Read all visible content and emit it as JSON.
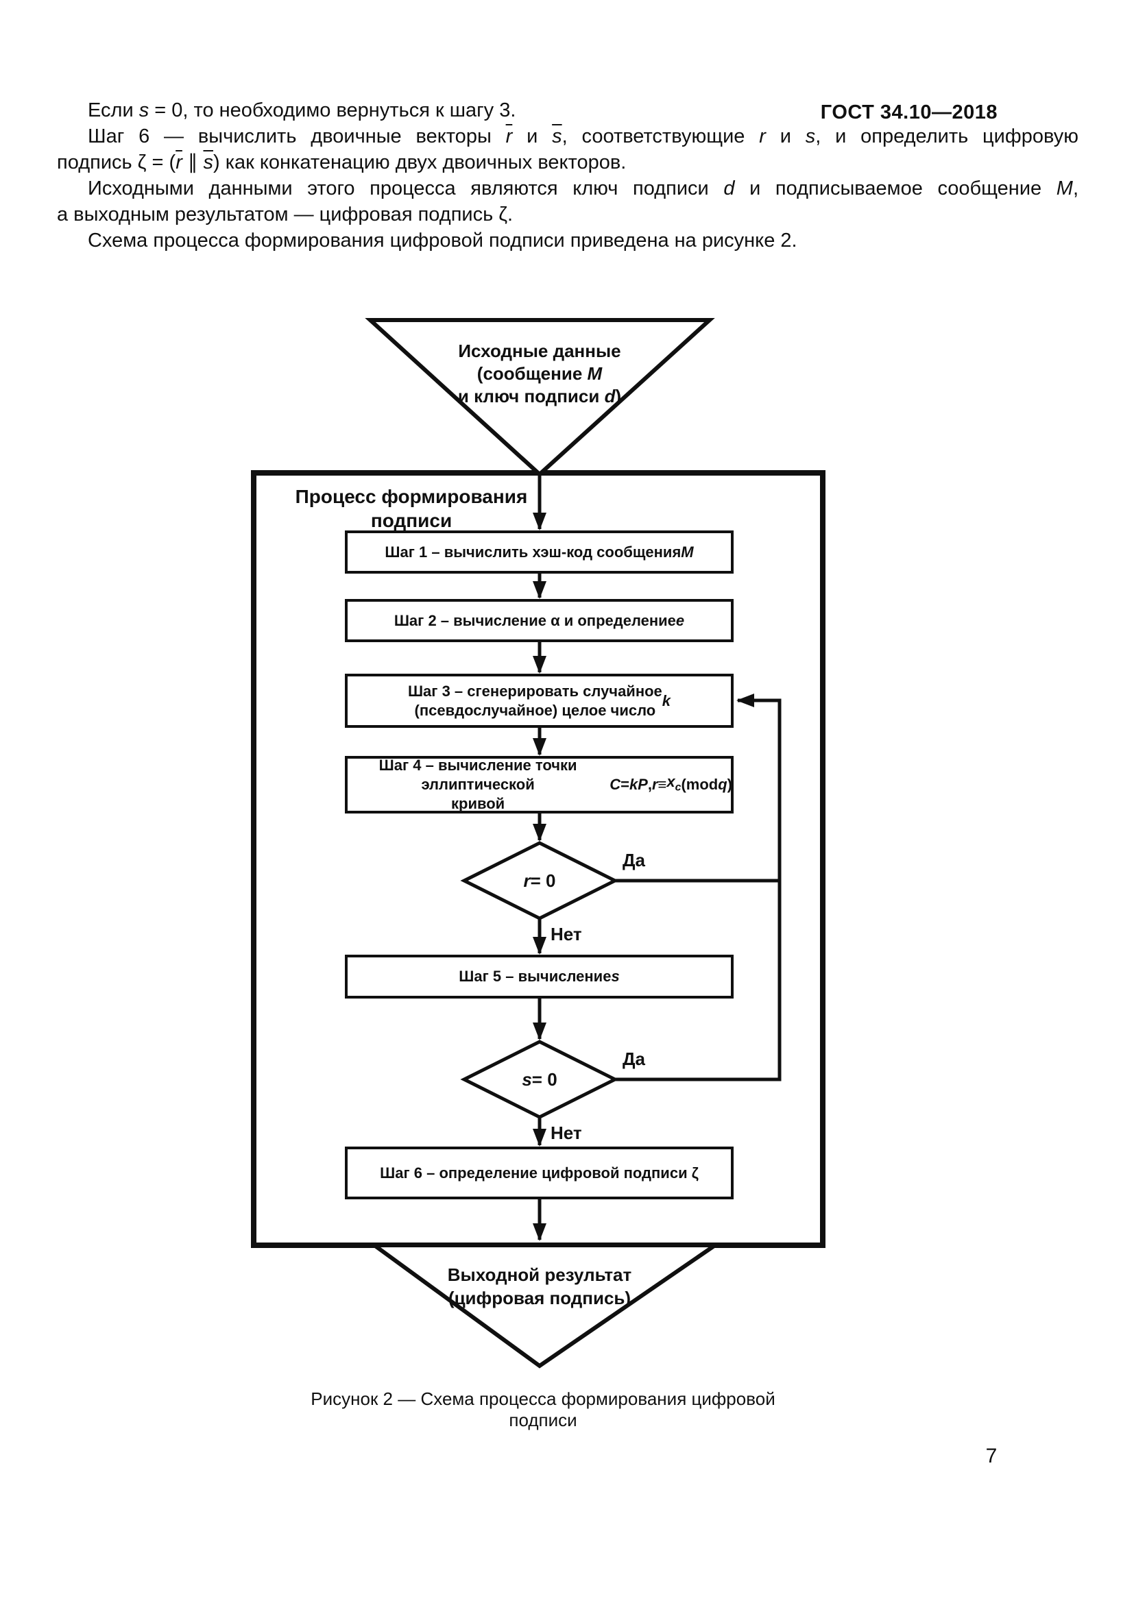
{
  "colors": {
    "ink": "#101010",
    "paper": "#ffffff"
  },
  "header": {
    "doc_number": "ГОСТ 34.10—2018"
  },
  "footer": {
    "page_number": "7"
  },
  "paragraphs": [
    {
      "indent": true,
      "html": "Если <i>s</i> = 0, то необходимо вернуться к шагу 3."
    },
    {
      "indent": true,
      "html": "Шаг 6 — вычислить двоичные векторы <i class='ov'>r</i> и <i class='ov'>s</i>, соответствующие <i>r</i> и <i>s</i>, и определить цифровую"
    },
    {
      "indent": false,
      "html": "подпись ζ = (<i class='ov'>r</i> ∥ <i class='ov'>s</i>) как конкатенацию двух двоичных векторов."
    },
    {
      "indent": true,
      "html": "Исходными данными этого процесса являются ключ подписи <i>d</i> и подписываемое сообщение <i>M</i>,"
    },
    {
      "indent": false,
      "html": "а выходным результатом — цифровая подпись ζ."
    },
    {
      "indent": true,
      "html": "Схема процесса формирования цифровой подписи приведена на рисунке 2."
    }
  ],
  "flowchart": {
    "input_html": "Исходные данные<br>(сообщение <i>M</i><br>и ключ подписи <i>d</i>)",
    "container_label_html": "Процесс формирования<br>подписи",
    "steps": [
      {
        "html": "Шаг 1 – вычислить хэш-код сообщения <i>M</i>"
      },
      {
        "html": "Шаг 2 – вычисление α и определение <i>e</i>"
      },
      {
        "html": "Шаг 3 – сгенерировать случайное<br>(псевдослучайное) целое число <i>k</i>"
      },
      {
        "html": "Шаг 4 – вычисление точки эллиптической<br>кривой <i>C</i> = <i>kP</i>, <i>r</i> ≡ <i>x<sub>c</sub></i> (mod <i>q</i>)"
      },
      {
        "html": "Шаг 5 – вычисление <i>s</i>"
      },
      {
        "html": "Шаг 6 – определение цифровой подписи ζ"
      }
    ],
    "decisions": [
      {
        "condition_html": "<i>r</i> = 0",
        "yes_label": "Да",
        "no_label": "Нет"
      },
      {
        "condition_html": "<i>s</i> = 0",
        "yes_label": "Да",
        "no_label": "Нет"
      }
    ],
    "output_html": "Выходной результат<br>(цифровая подпись)",
    "caption": "Рисунок 2 — Схема процесса формирования цифровой подписи"
  }
}
